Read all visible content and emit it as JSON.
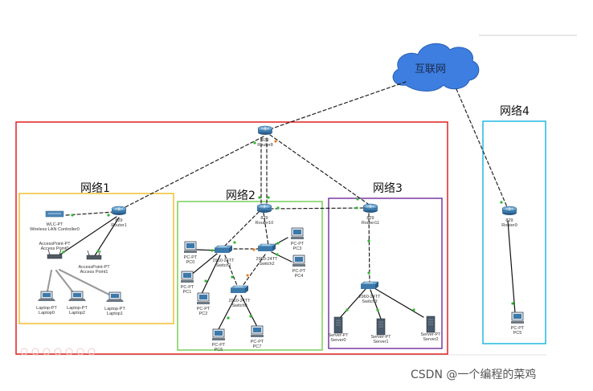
{
  "colors": {
    "outer_region": "#e02020",
    "net1": "#f0c030",
    "net2": "#7ccf5a",
    "net3": "#7a3aa0",
    "net4": "#22b8e0",
    "cloud": "#3d7ee0",
    "link": "#222222"
  },
  "cloud": {
    "label": "互联网"
  },
  "regions": {
    "net1": "网络1",
    "net2": "网络2",
    "net3": "网络3",
    "net4": "网络4"
  },
  "devices": {
    "router8": [
      "829",
      "Router8"
    ],
    "router1": [
      "829",
      "Router1"
    ],
    "router10": [
      "829",
      "Router10"
    ],
    "router11": [
      "829",
      "Router11"
    ],
    "router9": [
      "829",
      "Router9"
    ],
    "wlc": [
      "WLC-PT",
      "Wireless LAN Controller0"
    ],
    "ap0": [
      "AccessPoint-PT",
      "Access Point0"
    ],
    "ap1": [
      "AccessPoint-PT",
      "Access Point1"
    ],
    "laptop0": [
      "Laptop-PT",
      "Laptop0"
    ],
    "laptop2": [
      "Laptop-PT",
      "Laptop2"
    ],
    "laptop1": [
      "Laptop-PT",
      "Laptop1"
    ],
    "switch1": [
      "2960-24TT",
      "Switch1"
    ],
    "switch2": [
      "2960-24TT",
      "Switch2"
    ],
    "switch0": [
      "2960-24TT",
      "Switch0"
    ],
    "switch3": [
      "2960-24TT",
      "Switch3"
    ],
    "pc0": [
      "PC-PT",
      "PC0"
    ],
    "pc1": [
      "PC-PT",
      "PC1"
    ],
    "pc2": [
      "PC-PT",
      "PC2"
    ],
    "pc3": [
      "PC-PT",
      "PC3"
    ],
    "pc4": [
      "PC-PT",
      "PC4"
    ],
    "pc6": [
      "PC-PT",
      "PC6"
    ],
    "pc7": [
      "PC-PT",
      "PC7"
    ],
    "pc5": [
      "PC-PT",
      "PC5"
    ],
    "server0": [
      "Server-PT",
      "Server0"
    ],
    "server1": [
      "Server-PT",
      "Server1"
    ],
    "server2": [
      "Server-PT",
      "Server2"
    ]
  },
  "watermark": "CSDN @一个编程的菜鸡"
}
